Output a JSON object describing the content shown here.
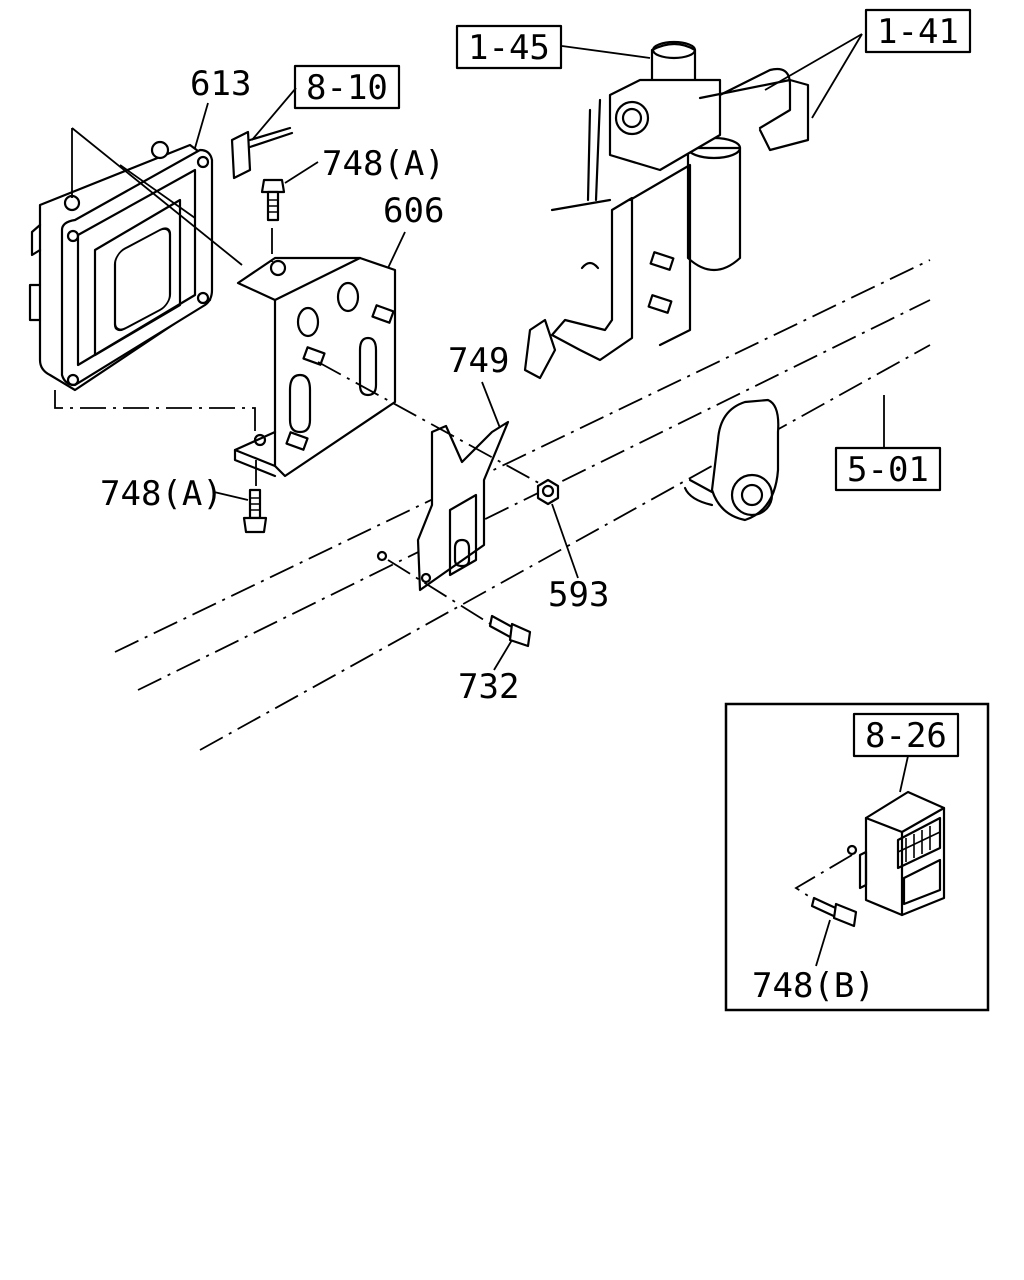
{
  "callouts": {
    "ecu": "613",
    "connector_ref": "8-10",
    "bolt_a_top": "748(A)",
    "bracket": "606",
    "mount_plate": "749",
    "nut": "593",
    "bolt_lower": "732",
    "bolt_a_bottom": "748(A)",
    "dryer_ref": "1-45",
    "pipe_ref": "1-41",
    "frame_ref": "5-01"
  },
  "inset": {
    "module_ref": "8-26",
    "bolt_b": "748(B)"
  }
}
